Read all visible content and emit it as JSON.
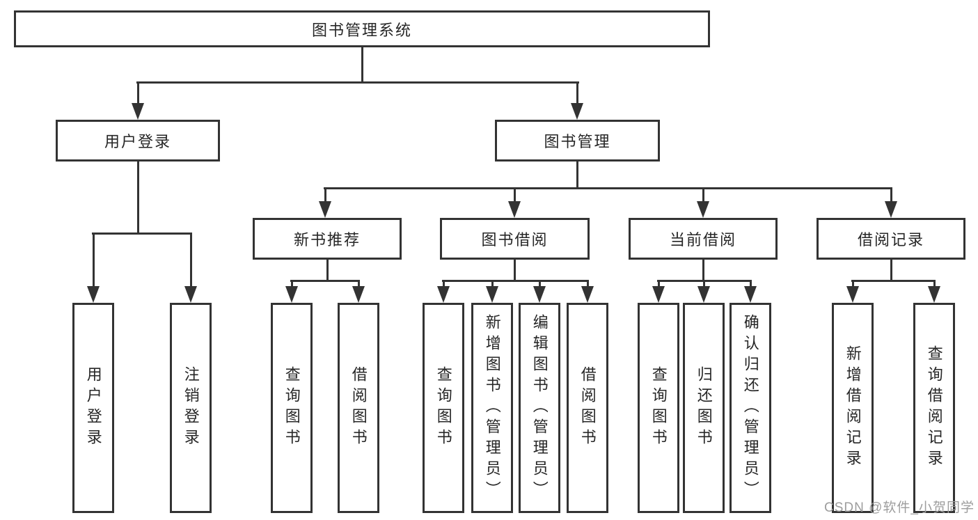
{
  "tree": {
    "label": "图书管理系统",
    "children": [
      {
        "label": "用户登录",
        "children": [
          {
            "label": "用户登录"
          },
          {
            "label": "注销登录"
          }
        ]
      },
      {
        "label": "图书管理",
        "children": [
          {
            "label": "新书推荐",
            "children": [
              {
                "label": "查询图书"
              },
              {
                "label": "借阅图书"
              }
            ]
          },
          {
            "label": "图书借阅",
            "children": [
              {
                "label": "查询图书"
              },
              {
                "label": "新增图书（管理员）"
              },
              {
                "label": "编辑图书（管理员）"
              },
              {
                "label": "借阅图书"
              }
            ]
          },
          {
            "label": "当前借阅",
            "children": [
              {
                "label": "查询图书"
              },
              {
                "label": "归还图书"
              },
              {
                "label": "确认归还（管理员）"
              }
            ]
          },
          {
            "label": "借阅记录",
            "children": [
              {
                "label": "新增借阅记录"
              },
              {
                "label": "查询借阅记录"
              }
            ]
          }
        ]
      }
    ]
  },
  "watermark": "CSDN @软件_小贺同学",
  "colors": {
    "line": "#333333",
    "text": "#262626",
    "box_background": "#ffffff",
    "page_background": "#ffffff",
    "watermark": "#9d9d9d"
  }
}
